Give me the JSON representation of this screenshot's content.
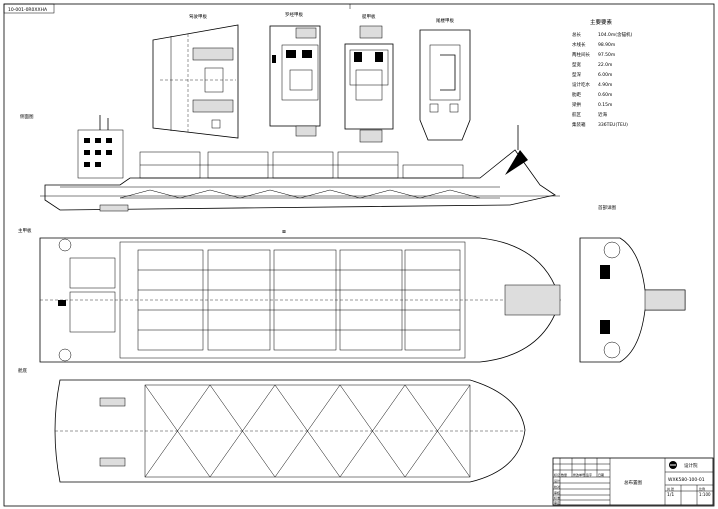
{
  "drawing_id": "10-001-0R0XXHA",
  "view_titles": {
    "wheelhouse_top": "驾驶甲板",
    "bridge_deck": "罗经甲板",
    "boat_deck": "艇甲板",
    "poop_deck": "尾楼甲板",
    "profile": "侧面图",
    "main_deck": "主甲板",
    "hold": "舱底",
    "bow_detail": "首部详图"
  },
  "specs": {
    "title": "主要要素",
    "rows": [
      {
        "label": "总长",
        "value": "104.0m(含锚机)"
      },
      {
        "label": "水线长",
        "value": "98.90m"
      },
      {
        "label": "两柱间长",
        "value": "97.50m"
      },
      {
        "label": "型宽",
        "value": "22.0m"
      },
      {
        "label": "型深",
        "value": "6.00m"
      },
      {
        "label": "设计吃水",
        "value": "4.90m"
      },
      {
        "label": "肋距",
        "value": "0.60m"
      },
      {
        "label": "梁拱",
        "value": "0.15m"
      },
      {
        "label": "航区",
        "value": "近海"
      },
      {
        "label": "集装箱",
        "value": "336TEU(TEU)"
      }
    ]
  },
  "title_block": {
    "company": "设计院",
    "drawing_name": "总布置图",
    "drawing_number": "WXK580-100-01",
    "header_cells": [
      "标记",
      "数量",
      "修改单号",
      "签字",
      "日期"
    ],
    "row_labels": [
      "设计",
      "校对",
      "审核",
      "标准",
      "审定"
    ],
    "sheet_label": "共 张",
    "sheet": "1/1",
    "scale_label": "比例",
    "scale": "1:100"
  }
}
